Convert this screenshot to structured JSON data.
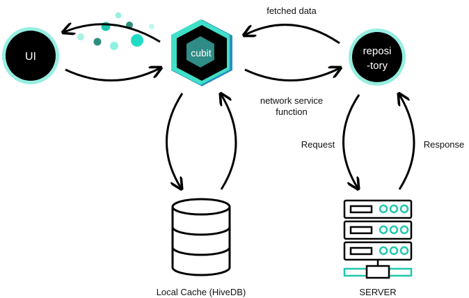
{
  "nodes": {
    "ui": "UI",
    "cubit": "cubit",
    "repository_line1": "reposi",
    "repository_line2": "-tory",
    "local_cache": "Local Cache (HiveDB)",
    "server": "SERVER"
  },
  "edges": {
    "fetched_data": "fetched data",
    "network_service_line1": "network service",
    "network_service_line2": "function",
    "request": "Request",
    "response": "Response"
  },
  "colors": {
    "accent": "#40e0c8",
    "accent_dark": "#1f9e8c",
    "node_fill": "#000000",
    "hex_blue": "#2b8fbf",
    "stroke": "#000000"
  },
  "icons": [
    "database-icon",
    "server-rack-icon"
  ]
}
